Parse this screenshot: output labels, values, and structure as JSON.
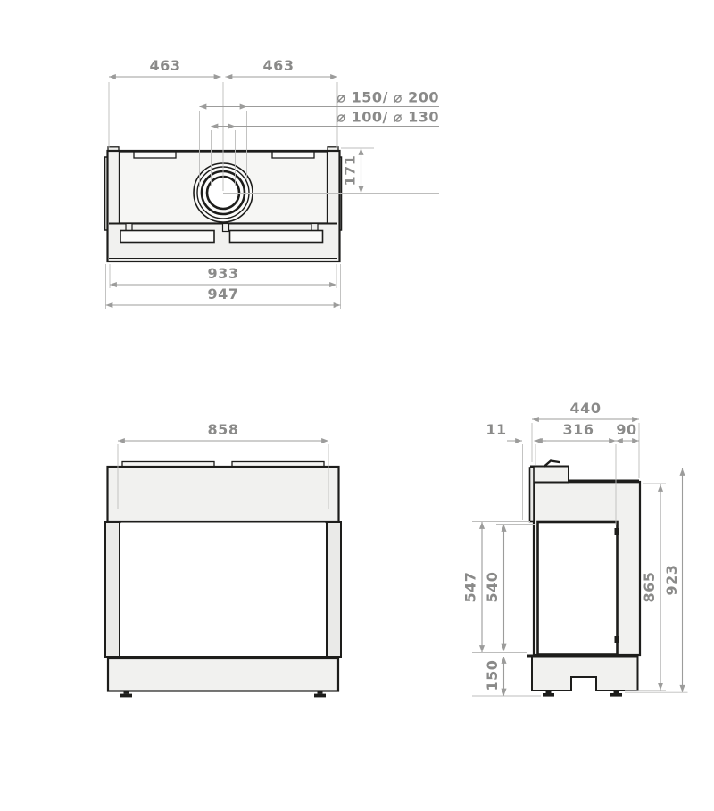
{
  "palette": {
    "object_line": "#1d1d1b",
    "dimension_line": "#9c9c9b",
    "extension_line": "#bdbdbc",
    "label_text": "#8a8a89",
    "body_fill": "#f1f1ef"
  },
  "top_view": {
    "dim_left_half": "463",
    "dim_right_half": "463",
    "flue_diameters_outer": "⌀ 150/ ⌀ 200",
    "flue_diameters_inner": "⌀ 100/ ⌀ 130",
    "dim_flue_center_offset": "171",
    "dim_inner_width": "933",
    "dim_overall_width": "947"
  },
  "front_view": {
    "dim_glass_width": "858"
  },
  "side_view": {
    "dim_overall_depth": "440",
    "dim_glass_offset": "11",
    "dim_chamber_depth": "316",
    "dim_rear_section": "90",
    "dim_glass_height": "547",
    "dim_opening_height": "540",
    "dim_base_height": "150",
    "dim_body_height": "865",
    "dim_overall_height": "923"
  }
}
